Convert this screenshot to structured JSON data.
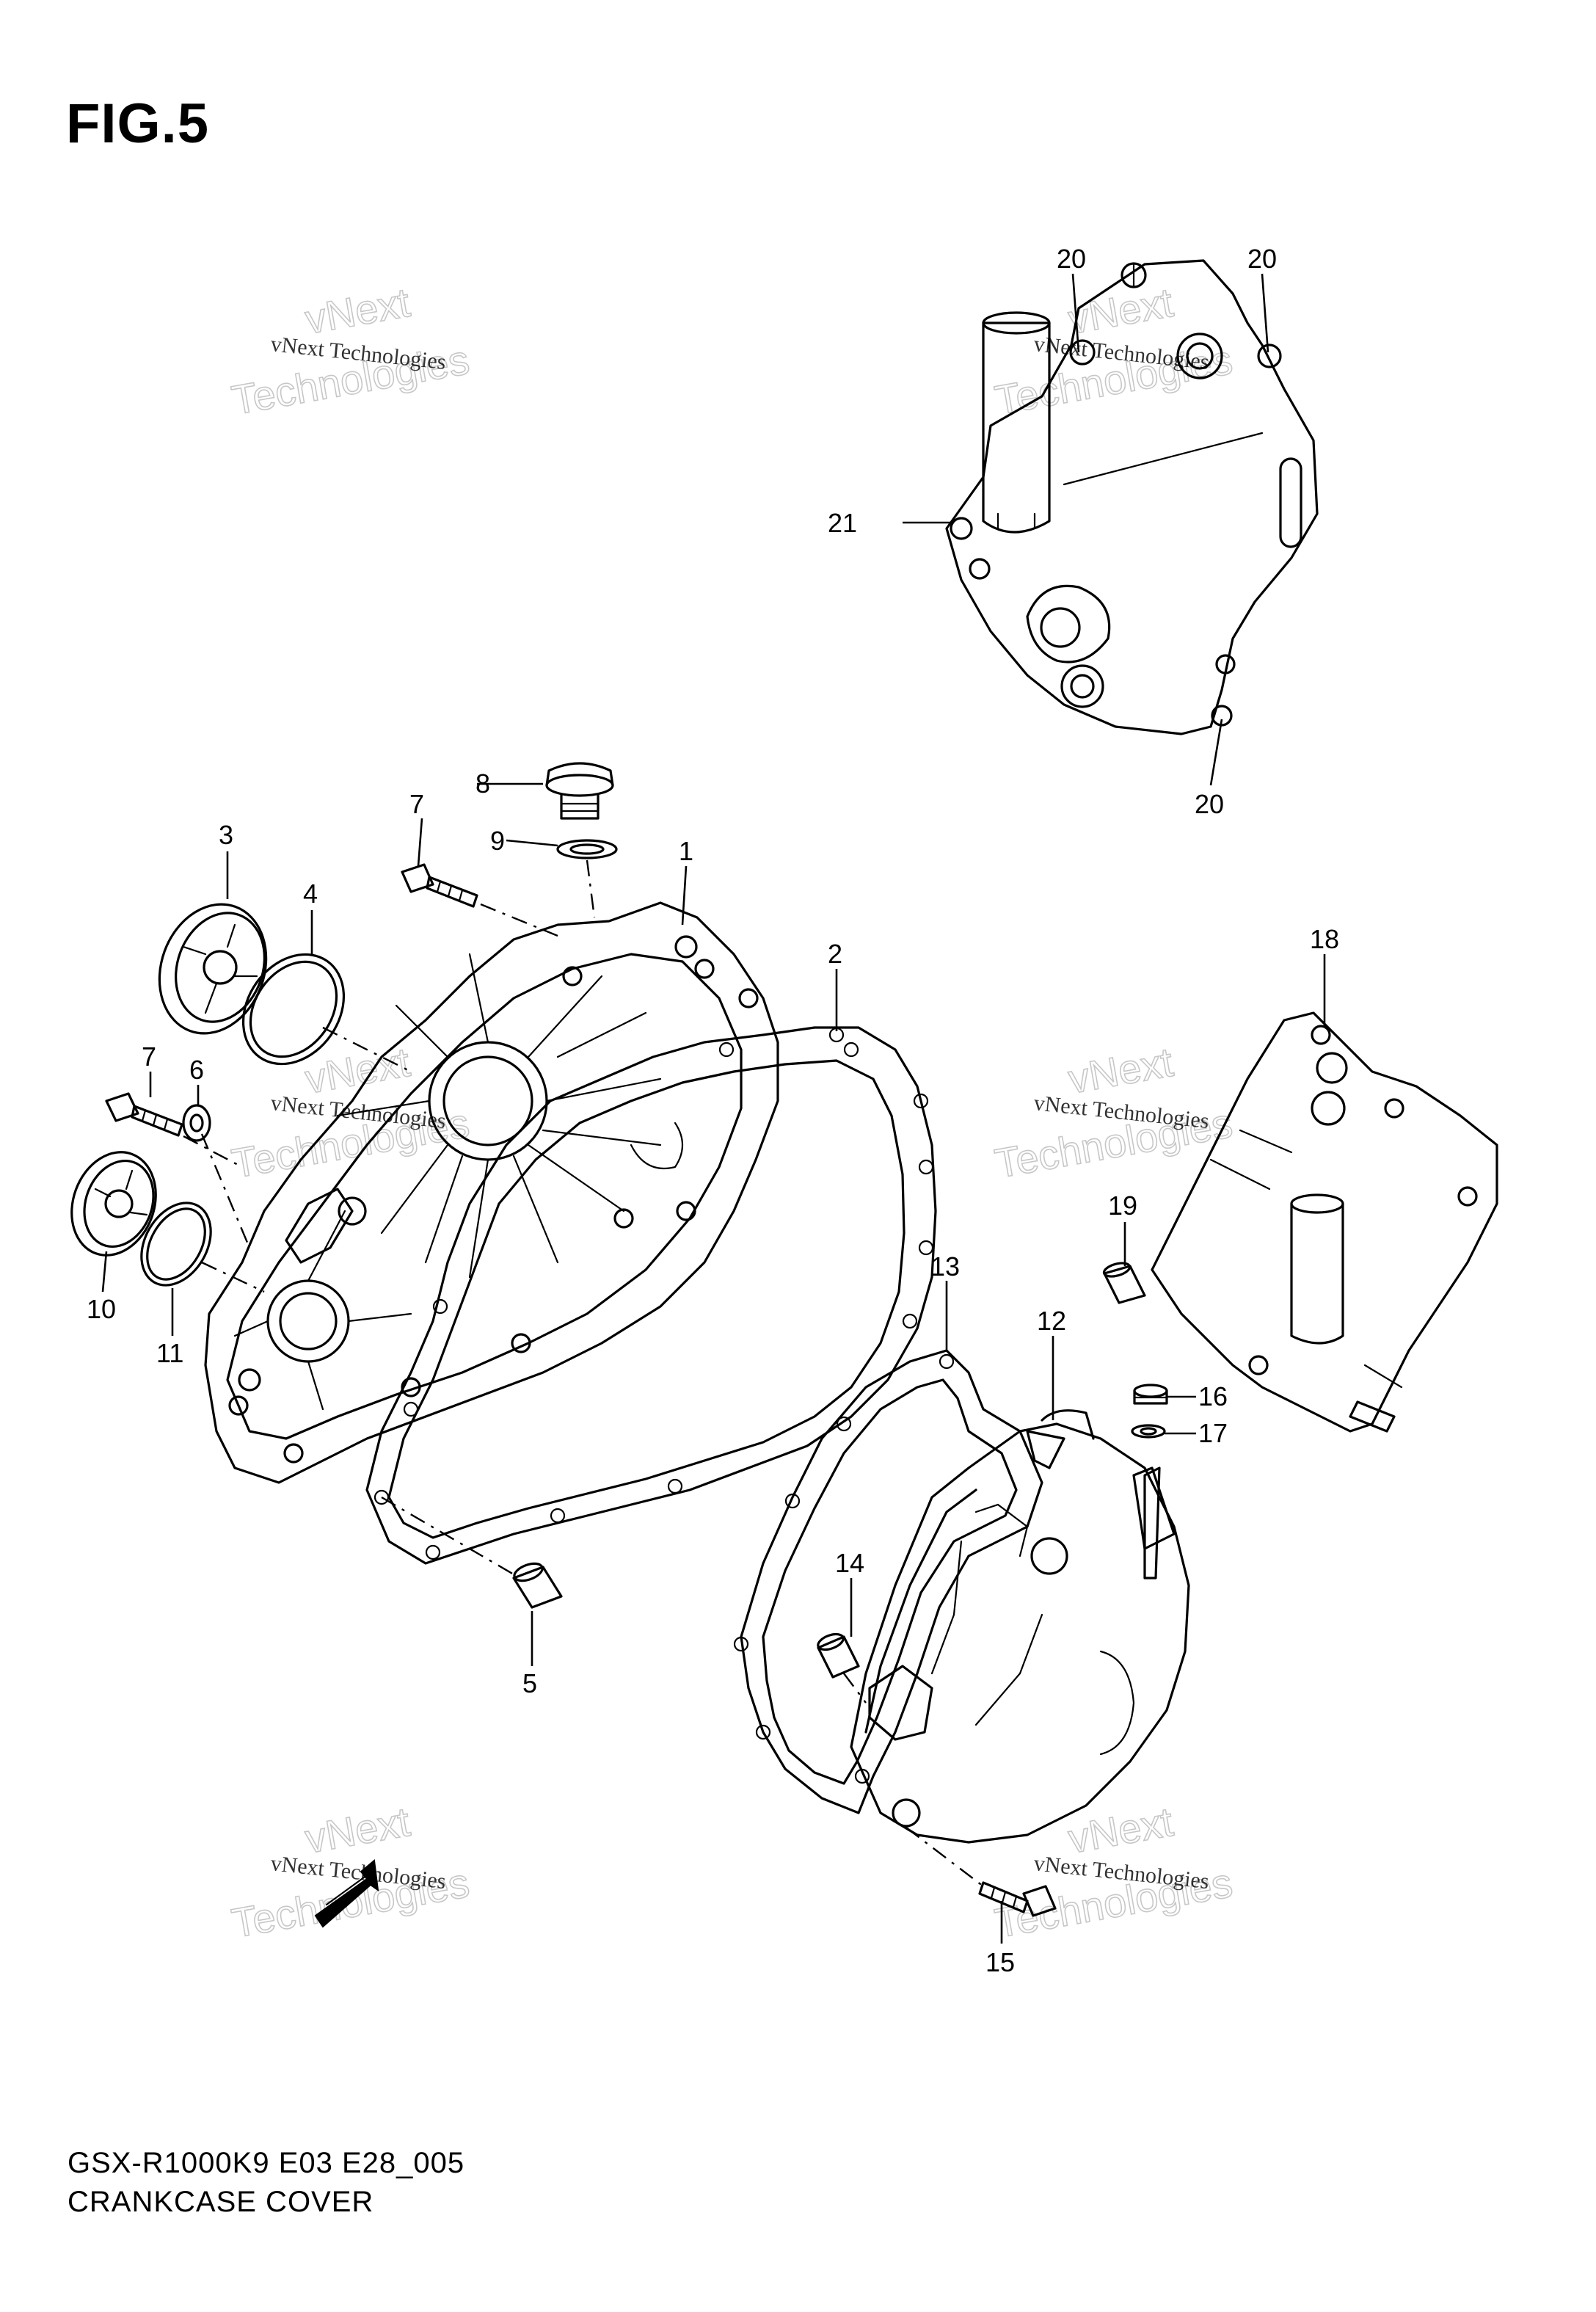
{
  "figure": {
    "title": "FIG.5",
    "model_code": "GSX-R1000K9 E03 E28_005",
    "name": "CRANKCASE COVER"
  },
  "watermark": {
    "line1": "vNext Technologies",
    "line2": "vNext",
    "line3": "Technologies"
  },
  "callouts": {
    "c1": "1",
    "c2": "2",
    "c3": "3",
    "c4": "4",
    "c5": "5",
    "c6": "6",
    "c7a": "7",
    "c7b": "7",
    "c8": "8",
    "c9": "9",
    "c10": "10",
    "c11": "11",
    "c12": "12",
    "c13": "13",
    "c14": "14",
    "c15": "15",
    "c16": "16",
    "c17": "17",
    "c18": "18",
    "c19": "19",
    "c20a": "20",
    "c20b": "20",
    "c20c": "20",
    "c21": "21"
  },
  "icons": {
    "direction_arrow": "fwd-arrow-icon"
  }
}
